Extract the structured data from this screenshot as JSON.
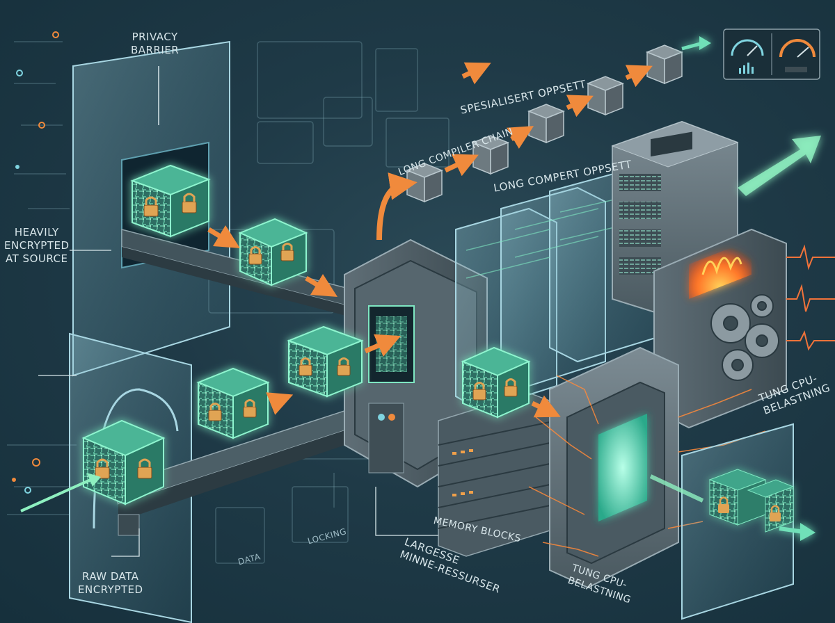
{
  "labels": {
    "privacy_barrier": [
      "PRIVACY",
      "BARRIER"
    ],
    "heavily_encrypted": [
      "HEAVILY",
      "ENCRYPTED",
      "AT SOURCE"
    ],
    "raw_data": [
      "RAW DATA",
      "ENCRYPTED"
    ],
    "spesialisert": "SPESIALISERT OPPSETT",
    "long_compiler_chain": "LONG COMPILER CHAIN",
    "long_compert_oppsett": "LONG COMPERT OPPSETT",
    "memory_blocks": "MEMORY BLOCKS",
    "largesse": [
      "LARGESSE",
      "MINNE-RESSURSER"
    ],
    "tung_cpu_right": [
      "TUNG CPU-",
      "BELASTNING"
    ],
    "tung_cpu_bottom": [
      "TUNG CPU-",
      "BELASTNING"
    ],
    "data": "DATA",
    "locking": "LOCKING"
  },
  "colors": {
    "background": "#1f3a47",
    "glow_green": "#5cf0b8",
    "arrow_orange": "#f08a3c",
    "panel_glass": "#7fb6c4",
    "fire": "#ff7a2a"
  },
  "icons": [
    "lock-icon",
    "key-icon",
    "gauge-icon",
    "gear-icon",
    "flame-icon",
    "chip-icon"
  ]
}
